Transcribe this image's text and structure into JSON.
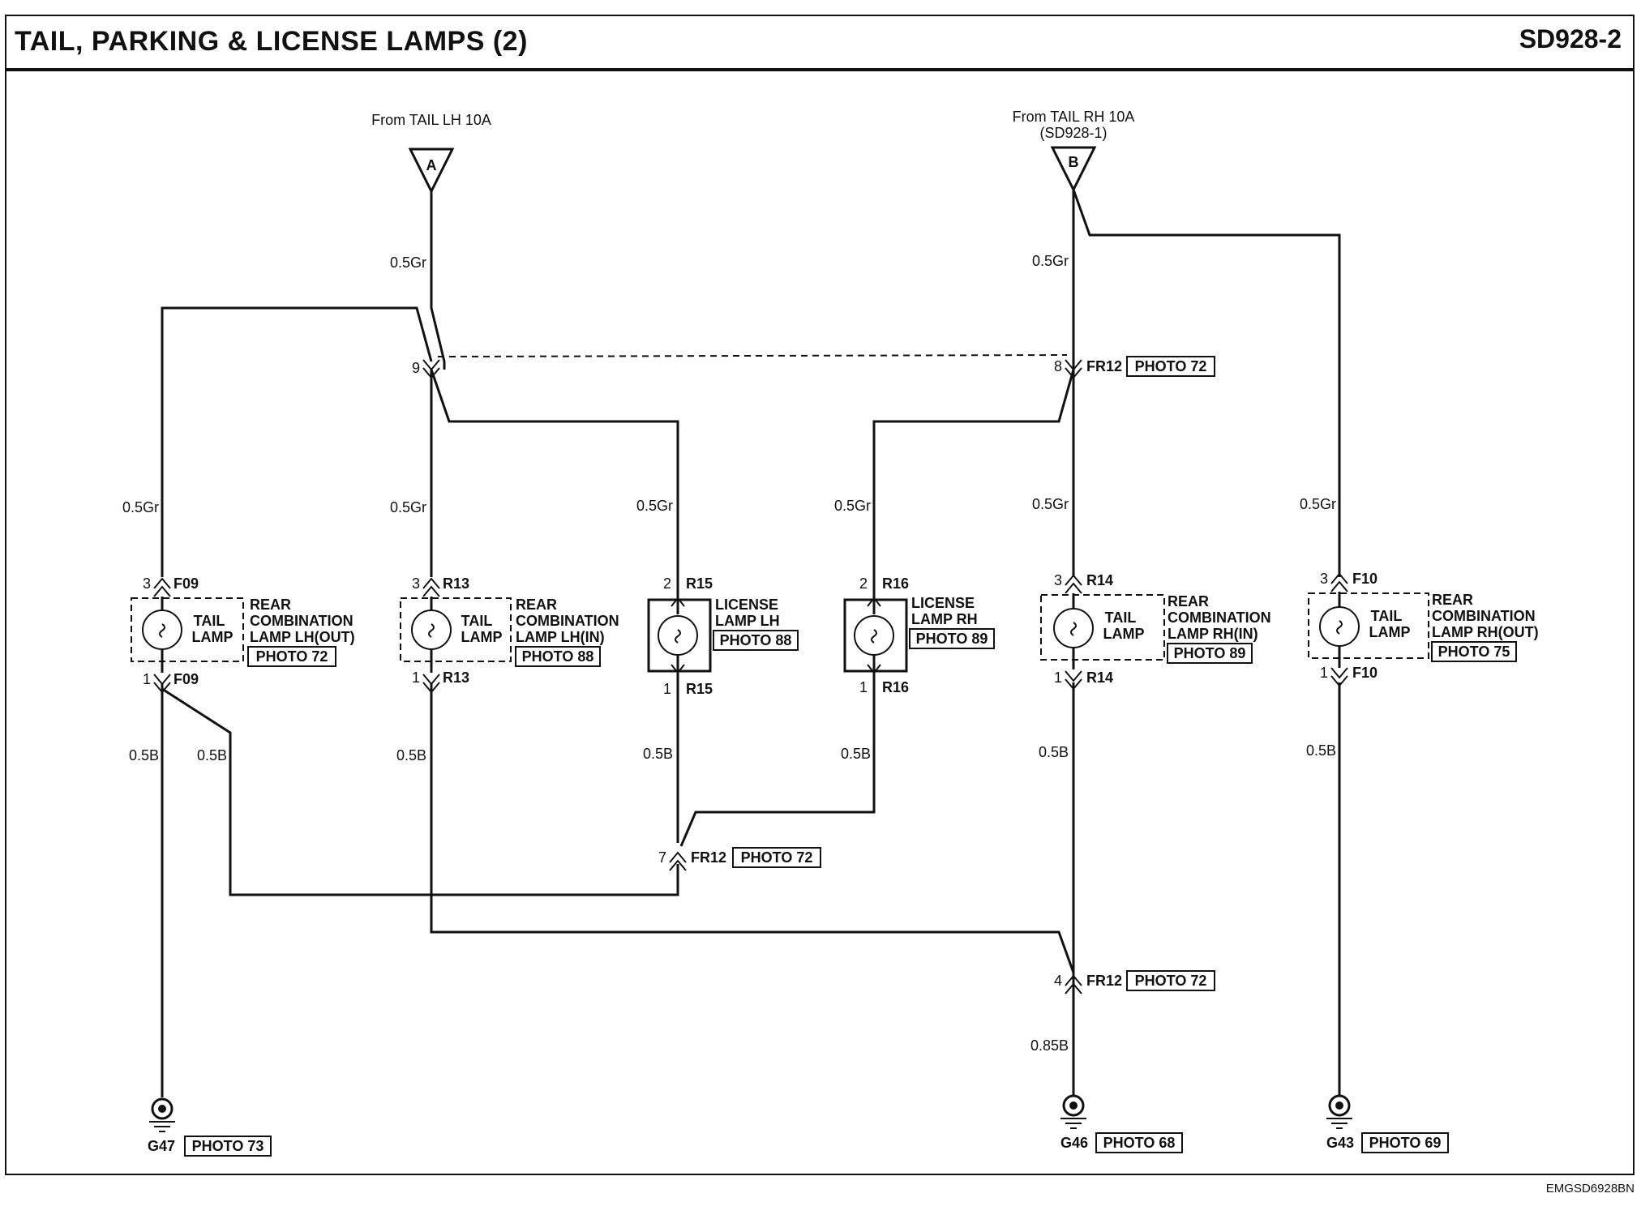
{
  "header": {
    "title": "TAIL, PARKING & LICENSE LAMPS (2)",
    "code": "SD928-2"
  },
  "footer": {
    "code": "EMGSD6928BN"
  },
  "sources": {
    "a": {
      "from": "From TAIL LH 10A",
      "letter": "A"
    },
    "b": {
      "from": "From TAIL RH 10A",
      "ref": "(SD928-1)",
      "letter": "B"
    }
  },
  "wire_labels": {
    "w1": "0.5Gr",
    "w2": "0.5Gr",
    "w3": "0.5Gr",
    "w4": "0.5Gr",
    "w5": "0.5Gr",
    "w6": "0.5Gr",
    "w7": "0.5Gr",
    "w8": "0.5Gr",
    "w9": "0.5B",
    "w10": "0.5B",
    "w11": "0.5B",
    "w12": "0.5B",
    "w13": "0.5B",
    "w14": "0.5B",
    "w15": "0.5B",
    "w16": "0.85B"
  },
  "connectors": {
    "c9_pin": "9",
    "c8_pin": "8",
    "c8_name": "FR12",
    "c8_photo": "PHOTO 72",
    "c7_pin": "7",
    "c7_name": "FR12",
    "c7_photo": "PHOTO 72",
    "c4_pin": "4",
    "c4_name": "FR12",
    "c4_photo": "PHOTO 72"
  },
  "components": [
    {
      "top_pin": "3",
      "top_name": "F09",
      "bot_pin": "1",
      "bot_name": "F09",
      "lamp1": "TAIL",
      "lamp2": "LAMP",
      "n1": "REAR",
      "n2": "COMBINATION",
      "n3": "LAMP LH(OUT)",
      "photo": "PHOTO 72"
    },
    {
      "top_pin": "3",
      "top_name": "R13",
      "bot_pin": "1",
      "bot_name": "R13",
      "lamp1": "TAIL",
      "lamp2": "LAMP",
      "n1": "REAR",
      "n2": "COMBINATION",
      "n3": "LAMP LH(IN)",
      "photo": "PHOTO 88"
    },
    {
      "top_pin": "2",
      "top_name": "R15",
      "bot_pin": "1",
      "bot_name": "R15",
      "n1": "LICENSE",
      "n2": "LAMP LH",
      "photo": "PHOTO 88"
    },
    {
      "top_pin": "2",
      "top_name": "R16",
      "bot_pin": "1",
      "bot_name": "R16",
      "n1": "LICENSE",
      "n2": "LAMP RH",
      "photo": "PHOTO 89"
    },
    {
      "top_pin": "3",
      "top_name": "R14",
      "bot_pin": "1",
      "bot_name": "R14",
      "lamp1": "TAIL",
      "lamp2": "LAMP",
      "n1": "REAR",
      "n2": "COMBINATION",
      "n3": "LAMP RH(IN)",
      "photo": "PHOTO 89"
    },
    {
      "top_pin": "3",
      "top_name": "F10",
      "bot_pin": "1",
      "bot_name": "F10",
      "lamp1": "TAIL",
      "lamp2": "LAMP",
      "n1": "REAR",
      "n2": "COMBINATION",
      "n3": "LAMP RH(OUT)",
      "photo": "PHOTO 75"
    }
  ],
  "grounds": [
    {
      "name": "G47",
      "photo": "PHOTO 73"
    },
    {
      "name": "G46",
      "photo": "PHOTO 68"
    },
    {
      "name": "G43",
      "photo": "PHOTO 69"
    }
  ]
}
